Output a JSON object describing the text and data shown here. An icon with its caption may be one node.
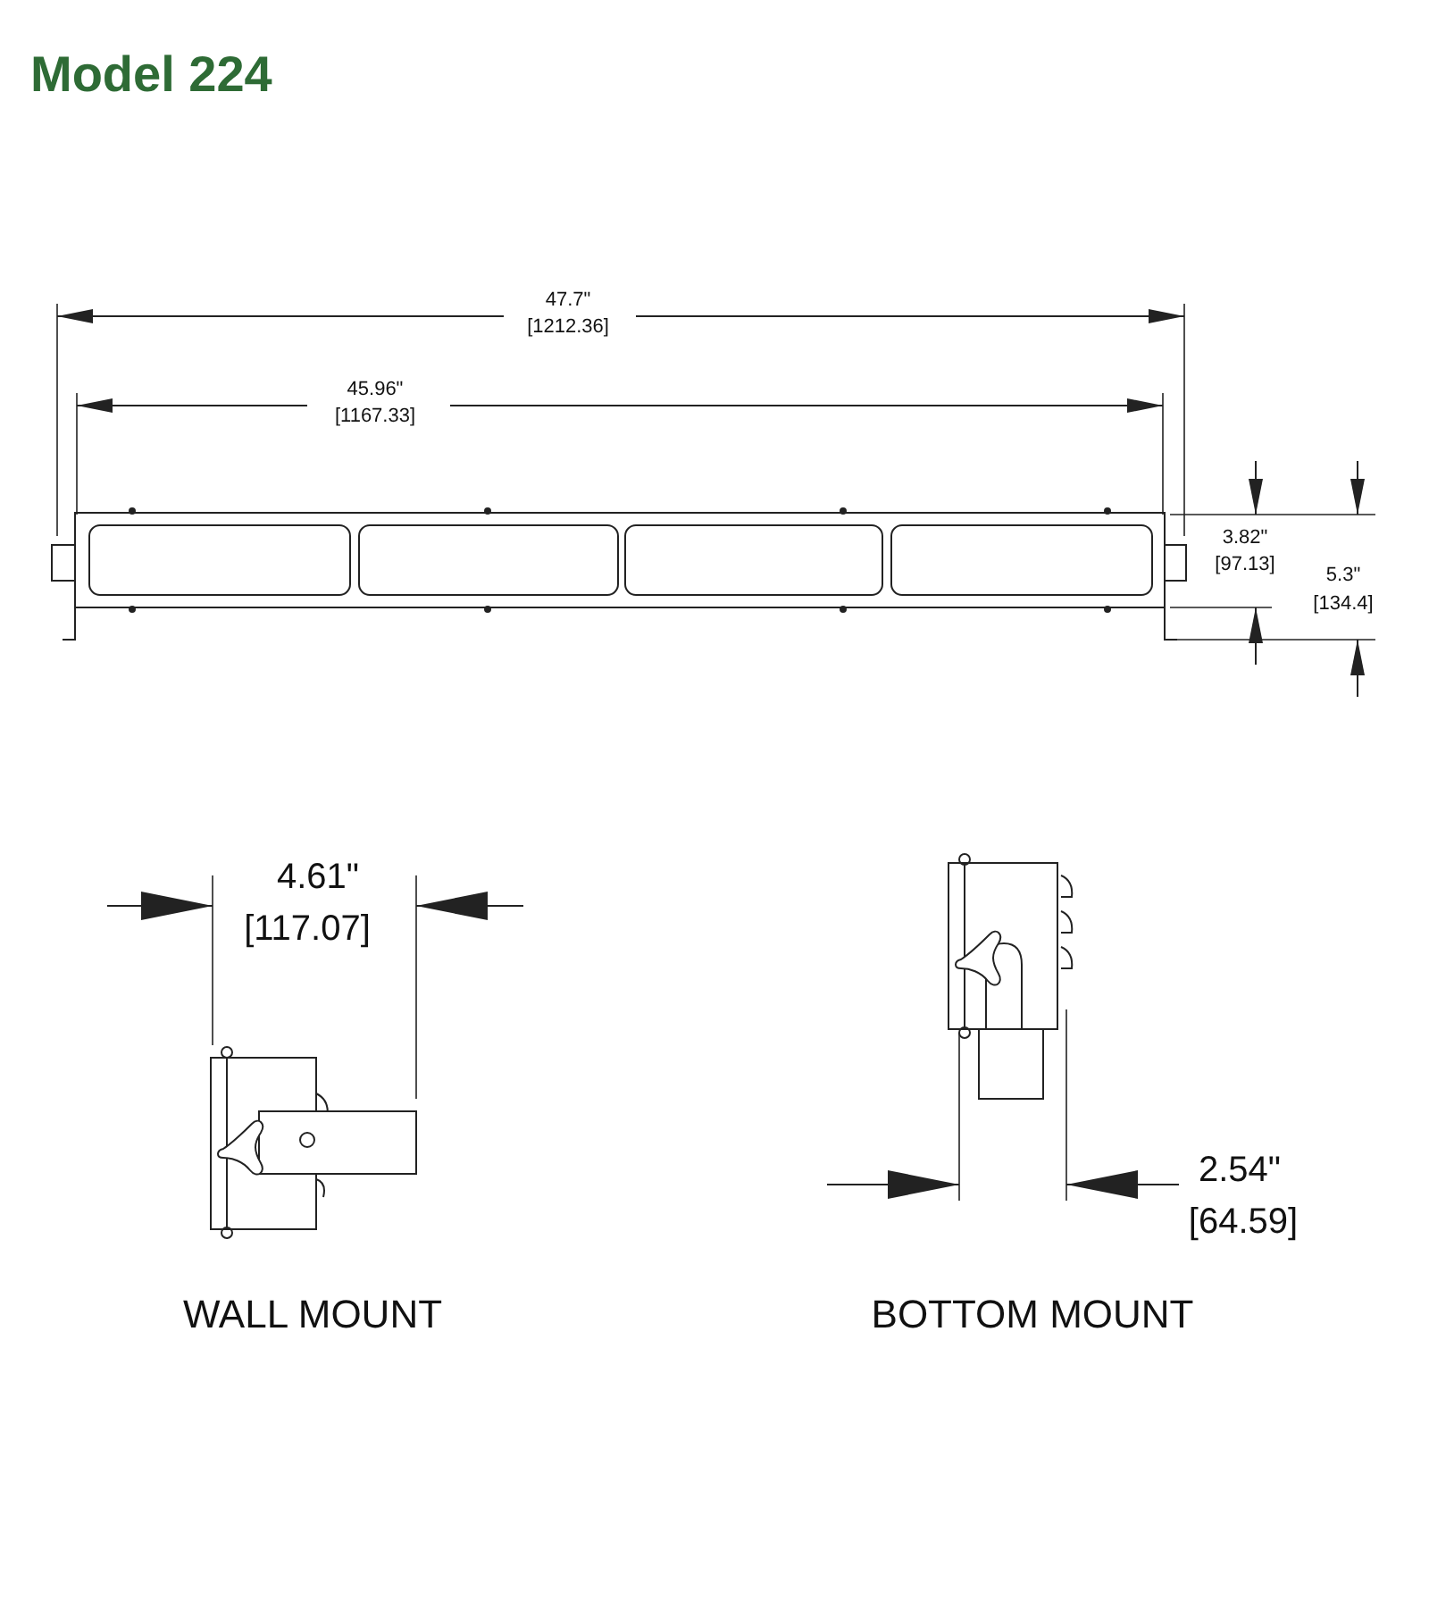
{
  "diagram": {
    "title": "Model 224",
    "labels": [
      "47.7\"",
      "[1212.36]",
      "45.96\"",
      "[1167.33]",
      "3.82\"",
      "[97.13]",
      "5.3\"",
      "[134.4]",
      "4.61\"",
      "[117.07]",
      "2.54\"",
      "[64.59]",
      "WALL MOUNT",
      "BOTTOM MOUNT"
    ]
  }
}
